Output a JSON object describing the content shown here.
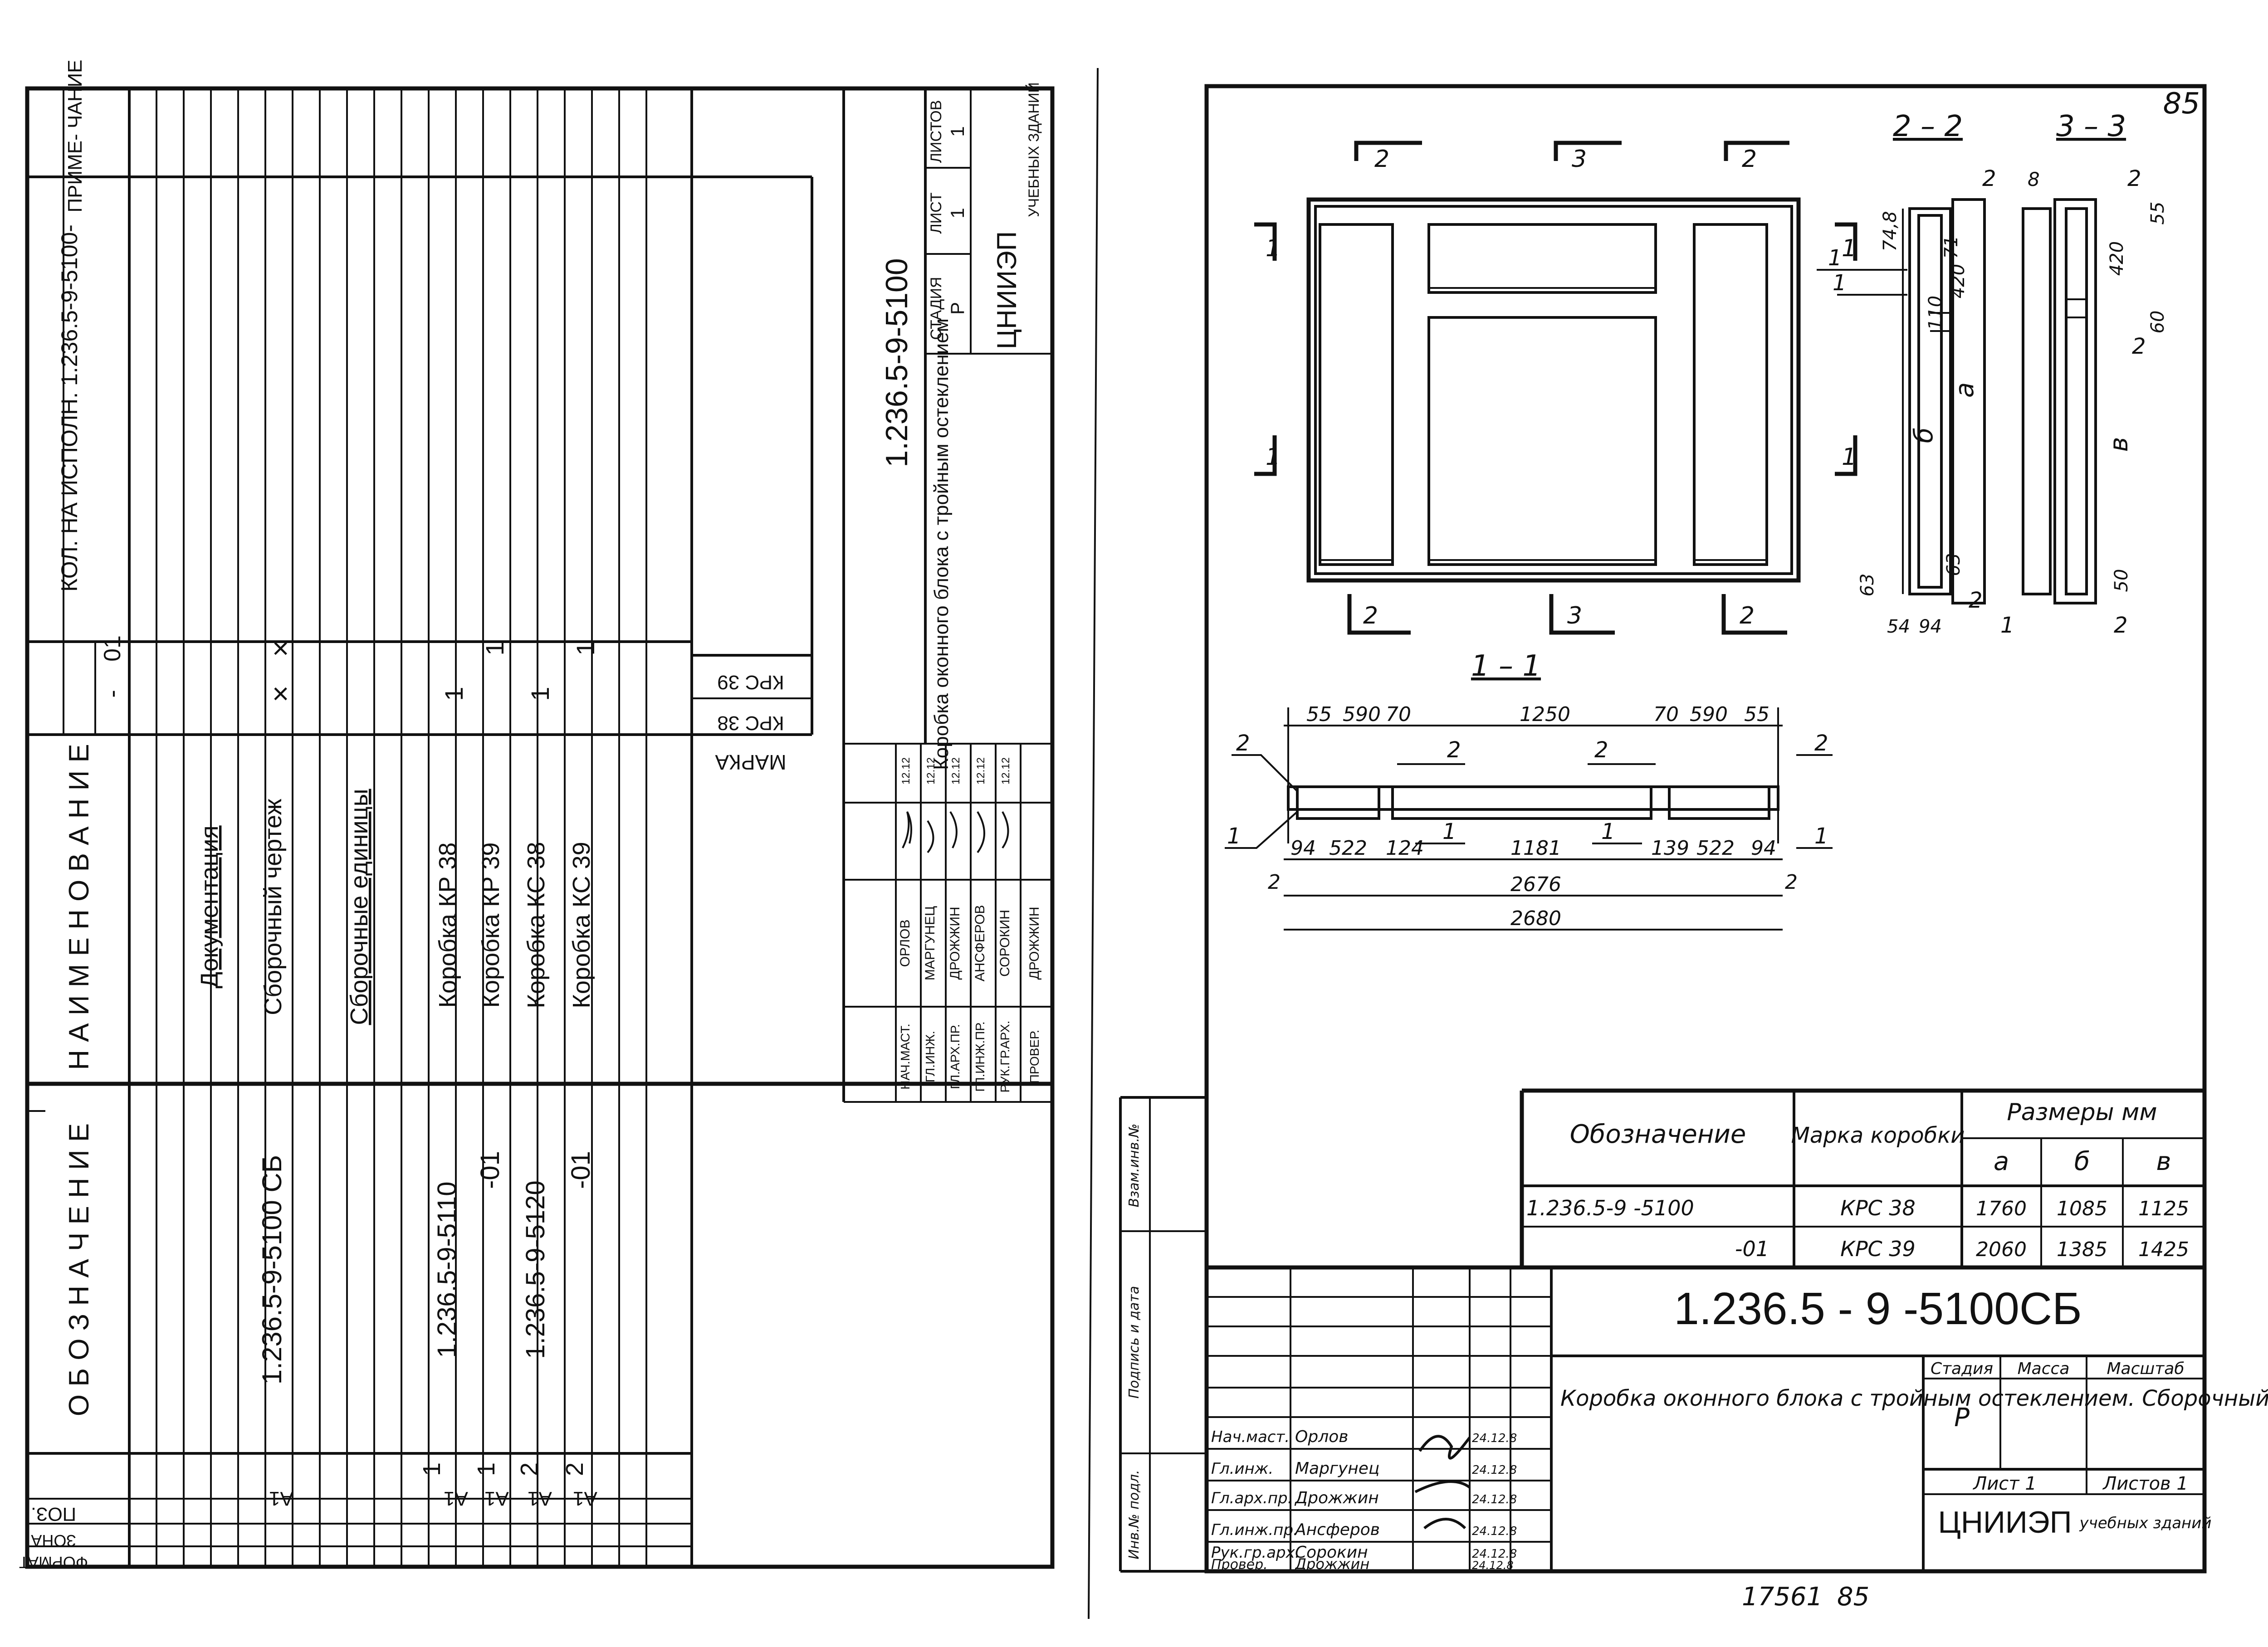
{
  "page_number": "85",
  "archive_number": "17561",
  "archive_page": "85",
  "spec": {
    "headers": {
      "format": "ФОРМАТ",
      "zone": "ЗОНА",
      "pos": "ПОЗ.",
      "designation": "О Б О З Н А Ч Е Н И Е",
      "name": "Н А И М Е Н О В А Н И Е",
      "qty": "КОЛ. НА  ИСПОЛН. 1.236.5-9-5100-",
      "qty_dash": "-",
      "qty_01": "01",
      "note": "ПРИМЕ- ЧАНИЕ",
      "marka": "МАРКА",
      "krs38": "КРС 38",
      "krs39": "КРС 39"
    },
    "rows": [
      {
        "format": "",
        "pos": "",
        "designation": "",
        "name": "Документация",
        "q1": "",
        "q2": ""
      },
      {
        "format": "А1",
        "pos": "",
        "designation": "1.236.5-9-5100 СБ",
        "name": "Сборочный  чертеж",
        "q1": "×",
        "q2": "×"
      },
      {
        "format": "",
        "pos": "",
        "designation": "",
        "name": "Сборочные  единицы",
        "q1": "",
        "q2": ""
      },
      {
        "format": "А1",
        "pos": "1",
        "designation": "1.236.5-9-5110",
        "name": "Коробка    КР 38",
        "q1": "1",
        "q2": ""
      },
      {
        "format": "А1",
        "pos": "1",
        "designation": "-01",
        "name": "Коробка    КР 39",
        "q1": "",
        "q2": "1"
      },
      {
        "format": "А1",
        "pos": "2",
        "designation": "1.236.5-9-5120",
        "name": "Коробка    КС 38",
        "q1": "1",
        "q2": ""
      },
      {
        "format": "А1",
        "pos": "2",
        "designation": "-01",
        "name": "Коробка    КС 39",
        "q1": "",
        "q2": "1"
      }
    ],
    "titleblock": {
      "code": "1.236.5-9-5100",
      "title": "Коробка оконного блока с тройным остеклением",
      "stage_h": "СТАДИЯ",
      "sheet_h": "ЛИСТ",
      "sheets_h": "ЛИСТОВ",
      "stage": "Р",
      "sheet": "1",
      "sheets": "1",
      "org": "ЦНИИЭП",
      "org_sub": "УЧЕБНЫХ ЗДАНИЙ",
      "staff": [
        {
          "role": "НАЧ.МАСТ.",
          "name": "ОРЛОВ",
          "date": "12.12"
        },
        {
          "role": "ГЛ.ИНЖ.",
          "name": "МАРГУНЕЦ",
          "date": "12.12"
        },
        {
          "role": "ГЛ.АРХ.ПР.",
          "name": "ДРОЖЖИН",
          "date": "12.12"
        },
        {
          "role": "ГЛ.ИНЖ.ПР.",
          "name": "АНСФЕРОВ",
          "date": "12.12"
        },
        {
          "role": "РУК.ГР.АРХ.",
          "name": "СОРОКИН",
          "date": "12.12"
        },
        {
          "role": "ПРОВЕР.",
          "name": "ДРОЖЖИН",
          "date": ""
        }
      ]
    }
  },
  "drawing": {
    "sections": {
      "s11": "1 – 1",
      "s22": "2 – 2",
      "s33": "3 – 3"
    },
    "markers": {
      "one": "1",
      "two": "2",
      "three": "3"
    },
    "dims_11": {
      "top": [
        "55",
        "590",
        "70",
        "1250",
        "70",
        "590",
        "55"
      ],
      "bottom": [
        "94",
        "522",
        "124",
        "1181",
        "139",
        "522",
        "94"
      ],
      "total1": "2676",
      "total2": "2680",
      "two": "2"
    },
    "dims_22": [
      "74,8",
      "71",
      "420",
      "110",
      "63",
      "63",
      "54",
      "94",
      "а",
      "б"
    ],
    "dims_33": [
      "8",
      "55",
      "420",
      "60",
      "в",
      "50"
    ],
    "table": {
      "h_code": "Обозначение",
      "h_mark": "Марка коробки",
      "h_sizes": "Размеры мм",
      "h_a": "а",
      "h_b": "б",
      "h_v": "в",
      "rows": [
        {
          "code": "1.236.5-9 -5100",
          "mark": "КРС 38",
          "a": "1760",
          "b": "1085",
          "v": "1125"
        },
        {
          "code": "-01",
          "mark": "КРС 39",
          "a": "2060",
          "b": "1385",
          "v": "1425"
        }
      ]
    },
    "titleblock": {
      "code": "1.236.5 - 9  -5100СБ",
      "title": "Коробка оконного блока с тройным остеклением. Сборочный чертеж.",
      "stage_h": "Стадия",
      "mass_h": "Масса",
      "scale_h": "Масштаб",
      "stage": "Р",
      "sheet": "Лист 1",
      "sheets": "Листов 1",
      "org": "ЦНИИЭП",
      "org_sub": "учебных зданий",
      "staff": [
        {
          "role": "Нач.маст.",
          "name": "Орлов",
          "date": "24.12.8"
        },
        {
          "role": "Гл.инж.",
          "name": "Маргунец",
          "date": "24.12.8"
        },
        {
          "role": "Гл.арх.пр.",
          "name": "Дрожжин",
          "date": "24.12.8"
        },
        {
          "role": "Гл.инж.пр.",
          "name": "Ансферов",
          "date": "24.12.8"
        },
        {
          "role": "Рук.гр.арх.",
          "name": "Сорокин",
          "date": "24.12.8"
        },
        {
          "role": "Провер.",
          "name": "Дрожжин",
          "date": "24.12.8"
        }
      ],
      "side": [
        "Инв.№ подл.",
        "Подпись и дата",
        "Взам.инв.№"
      ]
    }
  }
}
